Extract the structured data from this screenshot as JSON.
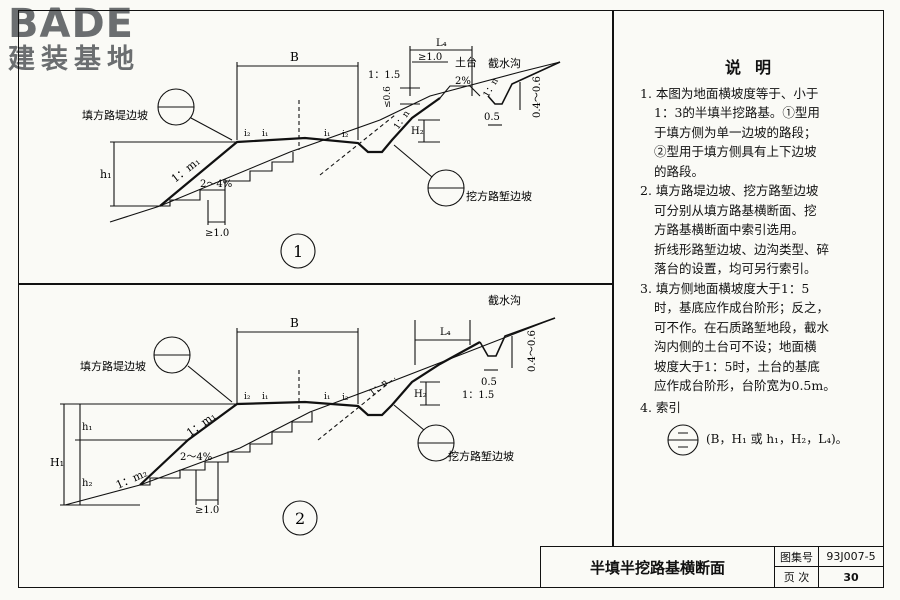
{
  "logo": {
    "brand": "BADE",
    "subtitle": "建装基地"
  },
  "figure1": {
    "number": "1",
    "width_label": "B",
    "embankment_slope": "填方路堤边坡",
    "cut_slope": "挖方路堑边坡",
    "slope_ratio": "1：m₁",
    "crossfall": "2～4%",
    "step_width": "≥1.0",
    "height_label": "h₁",
    "cut_height": "H₂",
    "ditch_label": "截水沟",
    "berm_label": "土台",
    "berm_width": "≥1.0",
    "berm_slope": "1：1.5",
    "berm_grade": "2%",
    "top_width": "L₄",
    "ditch_width": "0.5",
    "ditch_depth": "0.4～0.6",
    "ditch_slope": "1：n",
    "cut_ratio": "1：n",
    "i2": "i₂",
    "i1": "i₁",
    "i1b": "i₁",
    "i2b": "i₂",
    "h06": "≤0.6"
  },
  "figure2": {
    "number": "2",
    "width_label": "B",
    "embankment_slope": "填方路堤边坡",
    "cut_slope": "挖方路堑边坡",
    "slope_ratio1": "1：m₁",
    "slope_ratio2": "1：m₂",
    "crossfall": "2～4%",
    "step_width": "≥1.0",
    "h1": "h₁",
    "h2": "h₂",
    "H1": "H₁",
    "cut_height": "H₂",
    "ditch_label": "截水沟",
    "top_width": "L₄",
    "ditch_width": "0.5",
    "ditch_depth": "0.4～0.6",
    "cut_ratio": "1：n",
    "side_slope": "1：1.5",
    "i2": "i₂",
    "i1": "i₁",
    "i1b": "i₁",
    "i2b": "i₂"
  },
  "notes": {
    "title": "说明",
    "items": [
      "1. 本图为地面横坡度等于、小于\n1：3的半填半挖路基。①型用\n于填方侧为单一边坡的路段；\n②型用于填方侧具有上下边坡\n的路段。",
      "2. 填方路堤边坡、挖方路堑边坡\n可分别从填方路基横断面、挖\n方路基横断面中索引选用。\n折线形路堑边坡、边沟类型、碎\n落台的设置，均可另行索引。",
      "3. 填方侧地面横坡度大于1：5\n时，基底应作成台阶形；反之，\n可不作。在石质路堑地段，截水\n沟内侧的土台可不设；地面横\n坡度大于1：5时，土台的基底\n应作成台阶形，台阶宽为0.5m。",
      "4. 索引"
    ],
    "index_text": "(B，H₁ 或 h₁，H₂，L₄)。"
  },
  "titleblock": {
    "title": "半填半挖路基横断面",
    "atlas_label": "图集号",
    "atlas_no": "93J007-5",
    "page_label": "页  次",
    "page_no": "30"
  }
}
